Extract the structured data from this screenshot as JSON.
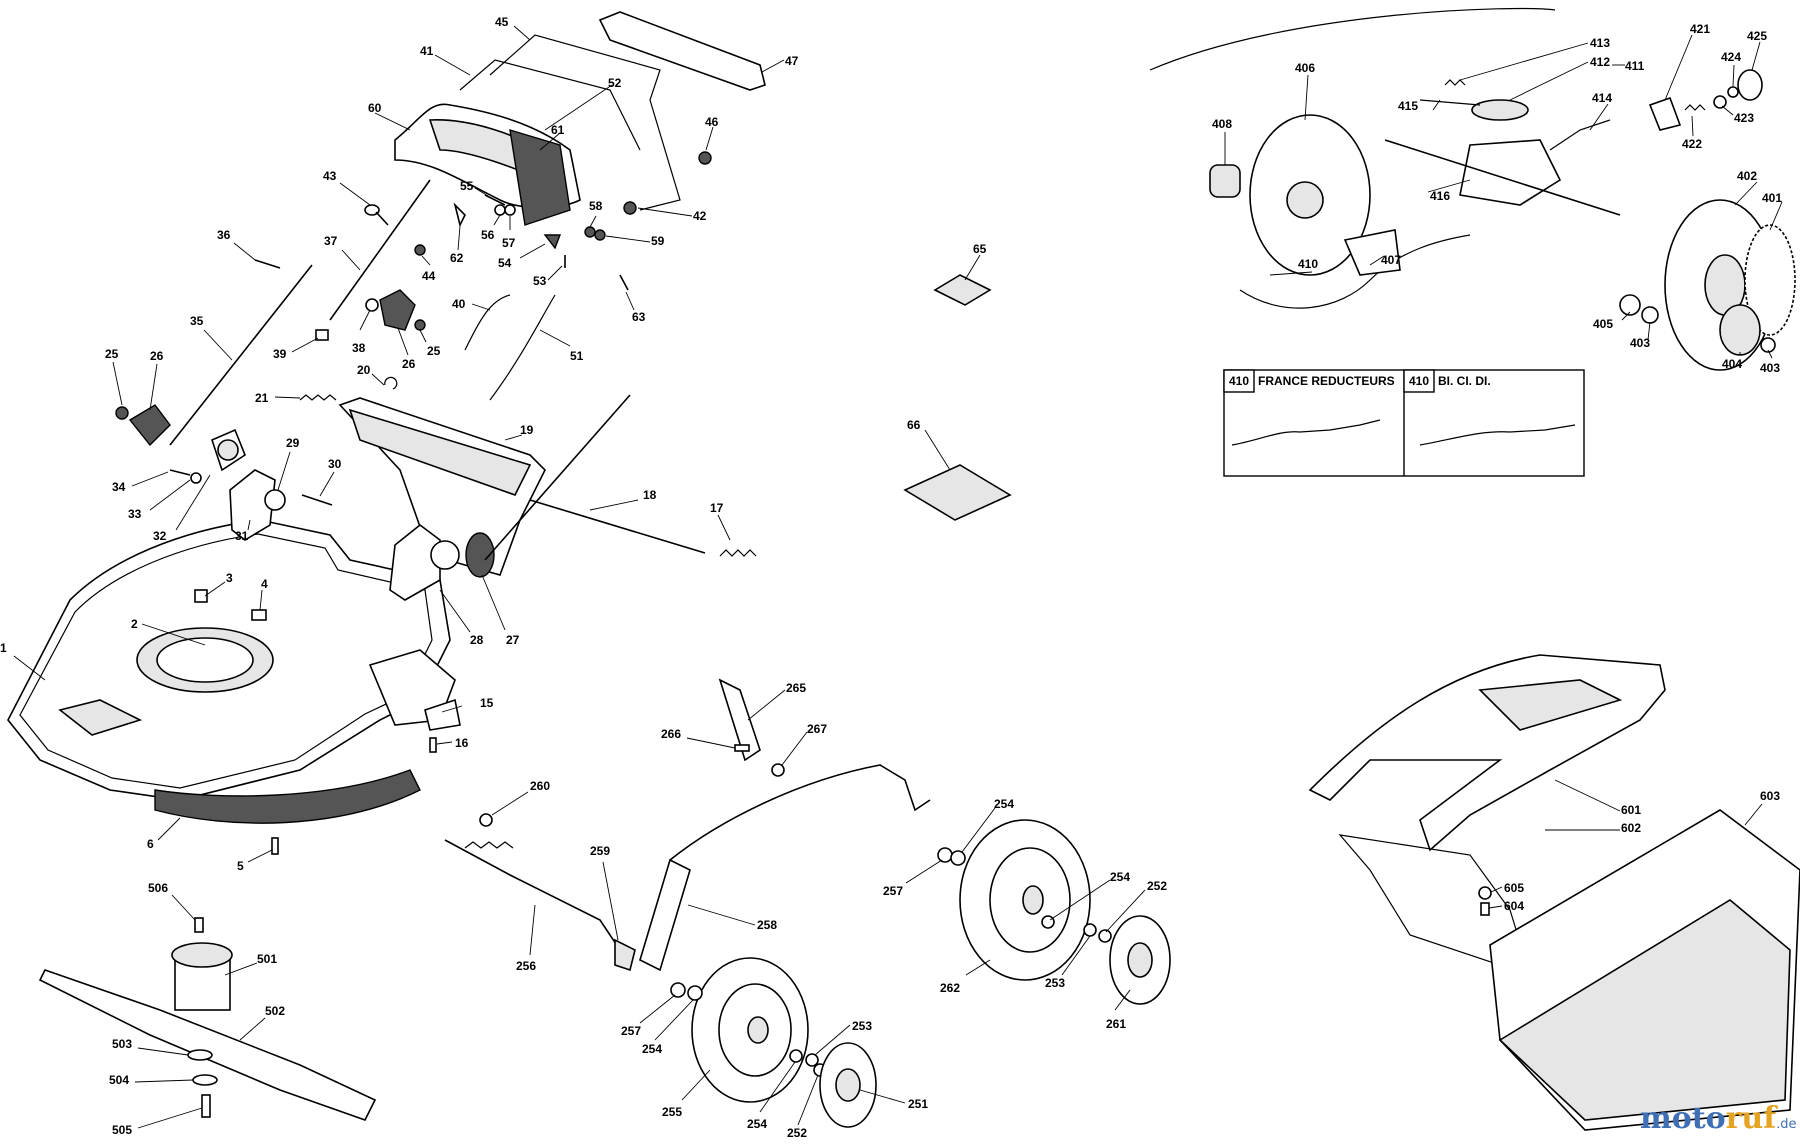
{
  "labels": {
    "p1": "1",
    "p2": "2",
    "p3": "3",
    "p4": "4",
    "p5": "5",
    "p6": "6",
    "p15": "15",
    "p16": "16",
    "p17": "17",
    "p18": "18",
    "p19": "19",
    "p20": "20",
    "p21": "21",
    "p25a": "25",
    "p25b": "25",
    "p26a": "26",
    "p26b": "26",
    "p27": "27",
    "p28": "28",
    "p29": "29",
    "p30": "30",
    "p31": "31",
    "p32": "32",
    "p33": "33",
    "p34": "34",
    "p35": "35",
    "p36": "36",
    "p37": "37",
    "p38": "38",
    "p39": "39",
    "p40": "40",
    "p41": "41",
    "p42": "42",
    "p43": "43",
    "p44": "44",
    "p45": "45",
    "p46": "46",
    "p47": "47",
    "p51": "51",
    "p52": "52",
    "p53": "53",
    "p54": "54",
    "p55": "55",
    "p56": "56",
    "p57": "57",
    "p58": "58",
    "p59": "59",
    "p60": "60",
    "p61": "61",
    "p62": "62",
    "p63": "63",
    "p65": "65",
    "p66": "66",
    "p251": "251",
    "p252a": "252",
    "p252b": "252",
    "p253a": "253",
    "p253b": "253",
    "p254a": "254",
    "p254b": "254",
    "p254c": "254",
    "p254d": "254",
    "p255": "255",
    "p256": "256",
    "p257a": "257",
    "p257b": "257",
    "p258": "258",
    "p259": "259",
    "p260": "260",
    "p261": "261",
    "p262": "262",
    "p265": "265",
    "p266": "266",
    "p267": "267",
    "p401": "401",
    "p402": "402",
    "p403a": "403",
    "p403b": "403",
    "p404": "404",
    "p405": "405",
    "p406": "406",
    "p407": "407",
    "p408": "408",
    "p410": "410",
    "p411": "411",
    "p412": "412",
    "p413": "413",
    "p414": "414",
    "p415": "415",
    "p416": "416",
    "p421": "421",
    "p422": "422",
    "p423": "423",
    "p424": "424",
    "p425": "425",
    "p501": "501",
    "p502": "502",
    "p503": "503",
    "p504": "504",
    "p505": "505",
    "p506": "506",
    "p601": "601",
    "p602": "602",
    "p603": "603",
    "p604": "604",
    "p605": "605"
  },
  "variant_box": {
    "left_number": "410",
    "left_title": "FRANCE REDUCTEURS",
    "right_number": "410",
    "right_title": "BI. CI. DI."
  },
  "watermark": {
    "part1": "moto",
    "part2": "ruf",
    "suffix": ".de"
  }
}
